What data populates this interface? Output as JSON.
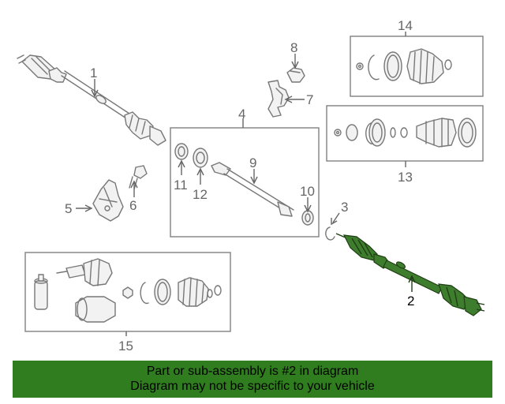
{
  "callouts": {
    "c1": "1",
    "c2": "2",
    "c3": "3",
    "c4": "4",
    "c5": "5",
    "c6": "6",
    "c7": "7",
    "c8": "8",
    "c9": "9",
    "c10": "10",
    "c11": "11",
    "c12": "12",
    "c13": "13",
    "c14": "14",
    "c15": "15"
  },
  "colors": {
    "highlight": "#3f7d2e",
    "banner": "#2f7d1e",
    "line": "#777777"
  },
  "banner": {
    "line1": "Part or sub-assembly is #2 in diagram",
    "line2": "Diagram may not be specific to your vehicle"
  }
}
